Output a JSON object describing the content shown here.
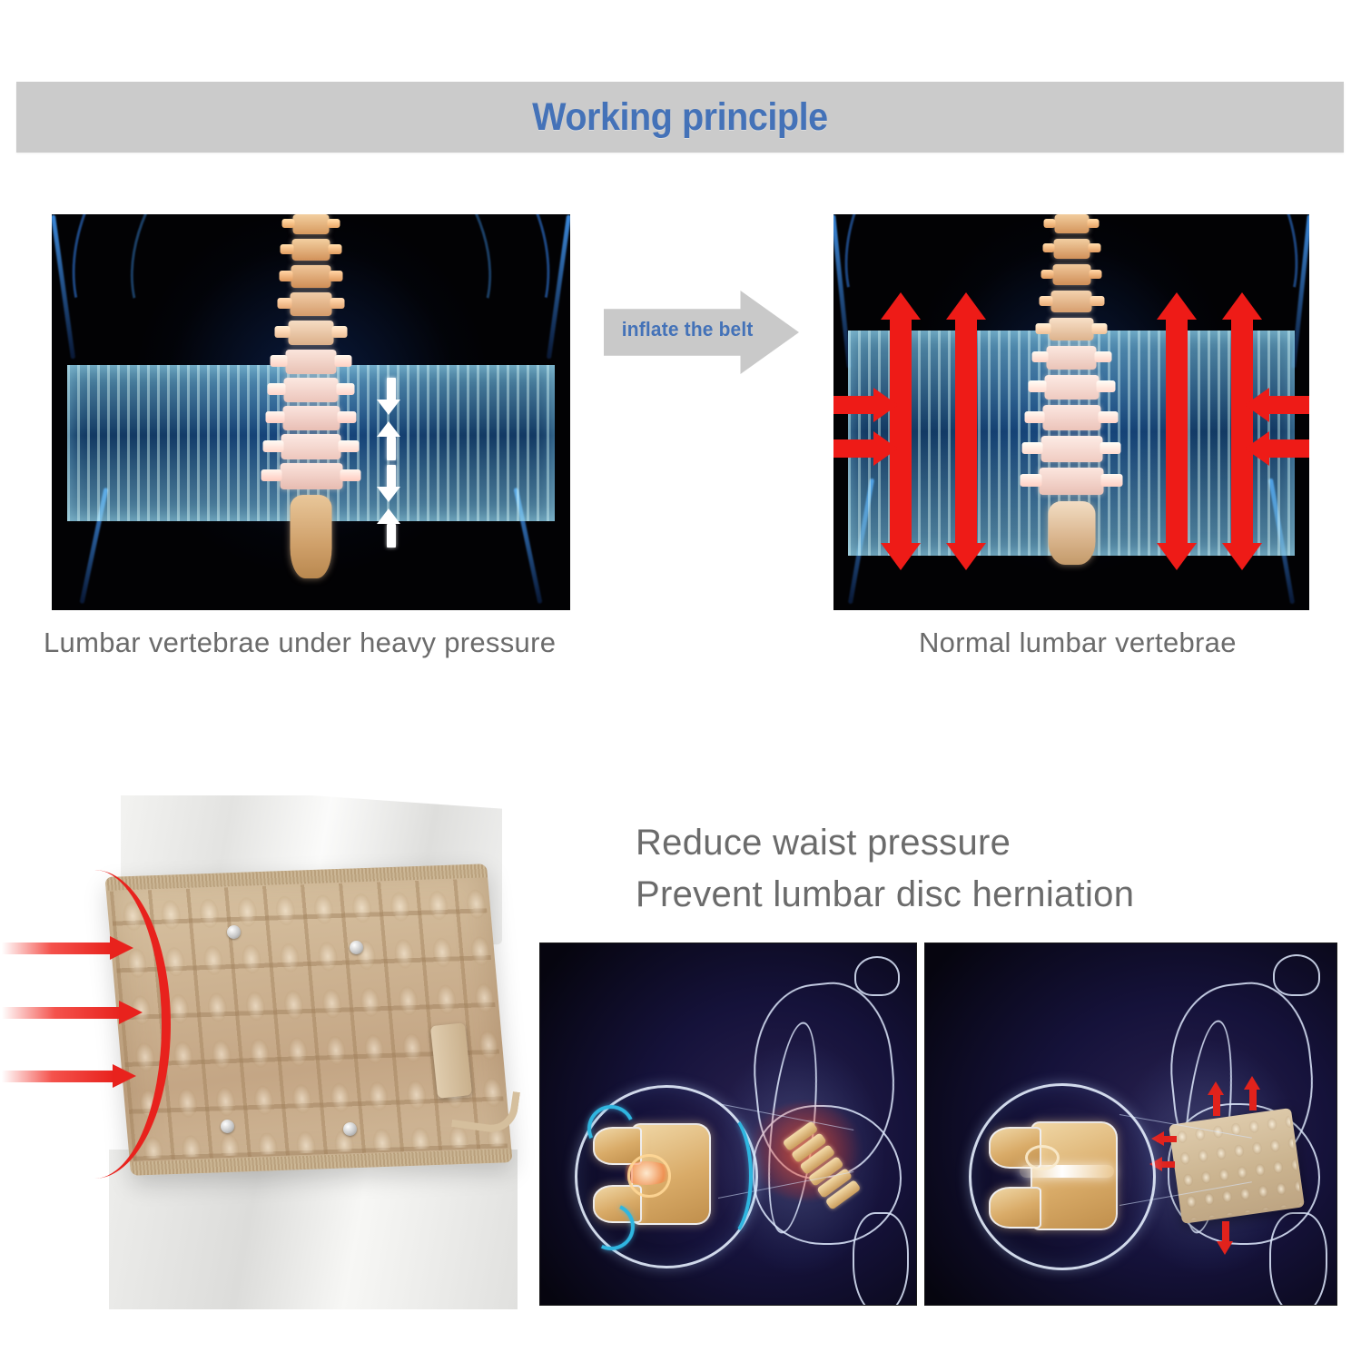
{
  "header": {
    "title": "Working principle",
    "background_color": "#cbcbcb",
    "title_color": "#4472b8"
  },
  "top_section": {
    "left_panel": {
      "caption": "Lumbar vertebrae under heavy pressure",
      "image_name": "xray-lumbar-compressed",
      "description": "X-ray style image of lumbar spine with white arrows showing downward compression",
      "arrow_color": "#ffffff",
      "arrow_count": 4
    },
    "transition": {
      "label": "inflate the belt",
      "arrow_fill": "#c9c9c9",
      "label_color": "#4472b8"
    },
    "right_panel": {
      "caption": "Normal lumbar vertebrae",
      "image_name": "xray-lumbar-decompressed",
      "description": "X-ray style image of lumbar spine with red arrows showing traction and lateral support",
      "arrow_color": "#ee1b17",
      "vertical_arrow_count": 4,
      "horizontal_arrow_count": 4
    }
  },
  "bottom_section": {
    "headline_lines": [
      "Reduce waist pressure",
      "Prevent lumbar disc herniation"
    ],
    "headline_color": "#6b6b6b",
    "product_photo": {
      "image_name": "person-wearing-inflatable-lumbar-belt",
      "belt_color": "#cdb392",
      "pressure_arrow_color": "#e8221d",
      "pressure_arrow_count": 3
    },
    "illustrations": [
      {
        "image_name": "herniated-disc-without-belt",
        "description": "Bent figure with glowing red painful lumbar region and magnified herniated vertebra with cyan motion arrows",
        "pain_color": "#ff461e",
        "motion_arrow_color": "#2fb6e0"
      },
      {
        "image_name": "supported-spine-with-belt",
        "description": "Figure wearing the beige traction belt with red support arrows and magnified healthy vertebra",
        "belt_color": "#cbb490",
        "support_arrow_color": "#e1221c"
      }
    ]
  }
}
